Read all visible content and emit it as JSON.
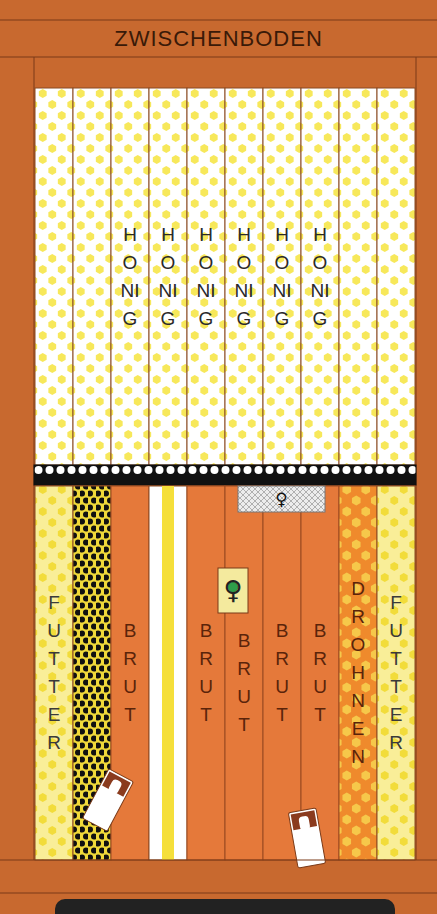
{
  "diagram": {
    "nodes": [
      {
        "text": [
          "ZWISCHENBODEN"
        ]
      },
      {
        "text": [
          "HONIG"
        ]
      },
      {
        "text": [
          "HONIG"
        ]
      },
      {
        "text": [
          "HONIG"
        ]
      },
      {
        "text": [
          "HONIG"
        ]
      },
      {
        "text": [
          "HONIG"
        ]
      },
      {
        "text": [
          "HONIG"
        ]
      },
      {
        "text": [
          "♀"
        ]
      },
      {
        "text": [
          "FUTTER"
        ]
      },
      {
        "text": [
          "BRUT"
        ]
      },
      {
        "text": [
          "BRUT"
        ]
      },
      {
        "text": [
          "♀"
        ]
      },
      {
        "text": [
          "BRUT"
        ]
      },
      {
        "text": [
          "BRUT"
        ]
      },
      {
        "text": [
          "BRUT"
        ]
      },
      {
        "text": [
          "DROHNEN"
        ]
      },
      {
        "text": [
          "FUTTER"
        ]
      }
    ]
  }
}
